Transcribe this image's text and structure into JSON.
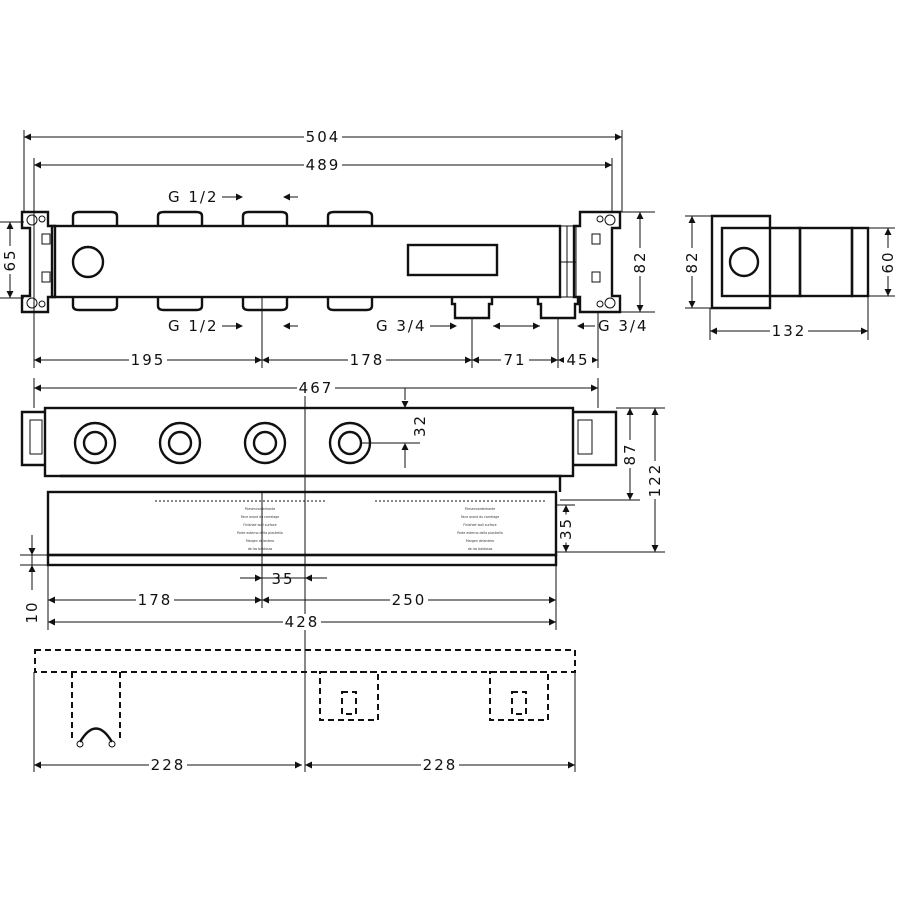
{
  "dimensions": {
    "top_view": {
      "overall_width": "504",
      "inner_width": "489",
      "height_left": "65",
      "height_right": "82",
      "thread_top": "G 1/2",
      "thread_bottom": "G 1/2",
      "thread_outlet_left": "G 3/4",
      "thread_outlet_right": "G 3/4",
      "seg_1": "195",
      "seg_2": "178",
      "seg_3": "71",
      "seg_4": "45"
    },
    "side_view": {
      "height": "82",
      "inner_height": "60",
      "depth": "132"
    },
    "front_view": {
      "width": "467",
      "offset": "32",
      "depth_87": "87",
      "depth_122": "122",
      "wall_35": "35",
      "gap_35": "35",
      "bottom_10": "10",
      "seg_178": "178",
      "seg_250": "250",
      "total_428": "428"
    },
    "bottom_view": {
      "left": "228",
      "right": "228"
    }
  },
  "wall_marking": {
    "lines": [
      "Fliesenvorderkante",
      "Face avant du carrelage",
      "Finished wall surface",
      "Porte esterno della piastrella",
      "Margen delantero",
      "de los baldosas"
    ]
  }
}
